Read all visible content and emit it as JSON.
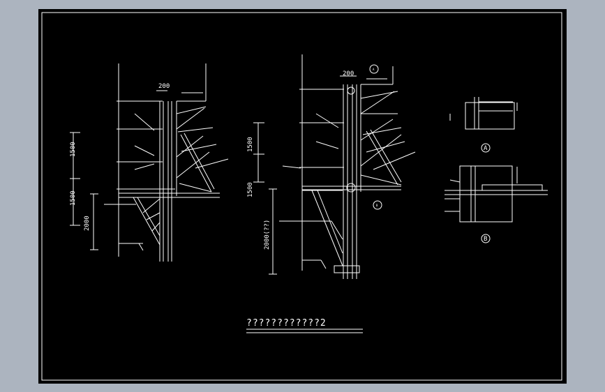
{
  "colors": {
    "background": "#ACB4BF",
    "viewport": "#000000",
    "linework": "#FFFFFF"
  },
  "drawing": {
    "title": "????????????2",
    "left_elevation": {
      "dim_top": "200",
      "dim_upper": "1500",
      "dim_lower": "1500",
      "dim_bottom": "2000"
    },
    "right_elevation": {
      "dim_top": "200",
      "dim_upper": "1500",
      "dim_lower": "1500",
      "dim_bottom": "2000(??)",
      "callout_top": "A",
      "callout_bottom": "B"
    },
    "detail_a": {
      "label": "A"
    },
    "detail_b": {
      "label": "B"
    }
  }
}
